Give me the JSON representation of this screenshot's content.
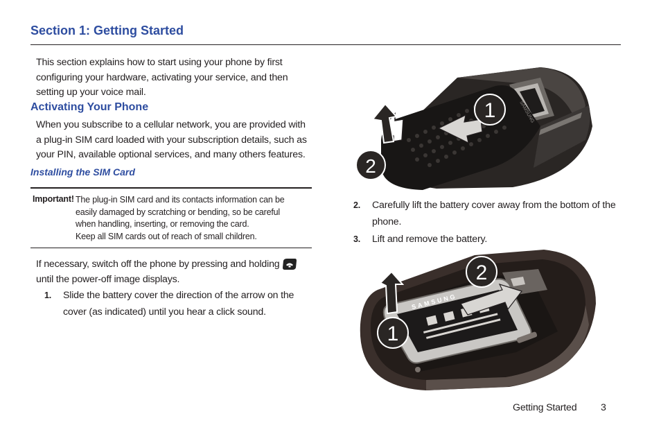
{
  "section_title": "Section 1: Getting Started",
  "intro_text": "This section explains how to start using your phone by first configuring your hardware, activating your service, and then setting up your voice mail.",
  "activating": {
    "heading": "Activating Your Phone",
    "text": "When you subscribe to a cellular network, you are provided with a plug-in SIM card loaded with your subscription details, such as your PIN, available optional services, and many others features."
  },
  "sim": {
    "heading": "Installing the SIM Card",
    "note_label": "Important!",
    "note_lines": [
      "The plug-in SIM card and its contacts information can be",
      "easily damaged by scratching or bending, so be careful",
      "when handling, inserting, or removing the card.",
      "Keep all SIM cards out of reach of small children."
    ],
    "switch_line1": "If necessary, switch off the phone by pressing and holding",
    "switch_line2": "until the power-off image displays.",
    "end_key_icon": "end-power-key-icon"
  },
  "steps": [
    {
      "num": "1.",
      "text": "Slide the battery cover the direction of the arrow on the cover (as indicated) until you hear a click sound."
    },
    {
      "num": "2.",
      "text": "Carefully lift the battery cover away from the bottom of the phone."
    },
    {
      "num": "3.",
      "text": "Lift and remove the battery."
    }
  ],
  "illustrations": {
    "cover": {
      "callout_1": "1",
      "callout_2": "2",
      "brand": "SAMSUNG"
    },
    "battery": {
      "callout_1": "1",
      "callout_2": "2",
      "brand": "SAMSUNG"
    }
  },
  "footer": {
    "label": "Getting Started",
    "page": "3"
  },
  "colors": {
    "heading_blue": "#2e4da0",
    "text": "#231f20"
  }
}
